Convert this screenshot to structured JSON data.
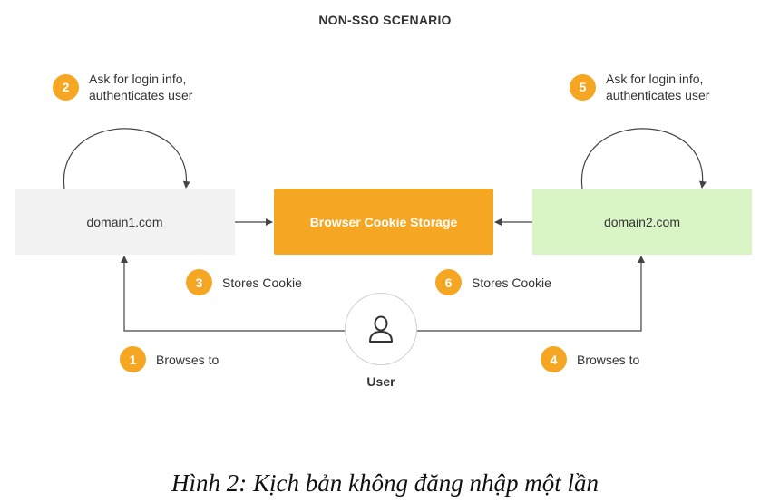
{
  "diagram": {
    "title": "NON-SSO SCENARIO",
    "nodes": {
      "domain1": "domain1.com",
      "storage": "Browser Cookie Storage",
      "domain2": "domain2.com",
      "user": "User"
    },
    "steps": [
      {
        "number": "1",
        "text": "Browses to"
      },
      {
        "number": "2",
        "text": "Ask for login info,\nauthenticates user"
      },
      {
        "number": "3",
        "text": "Stores Cookie"
      },
      {
        "number": "4",
        "text": "Browses to"
      },
      {
        "number": "5",
        "text": "Ask for login info,\nauthenticates user"
      },
      {
        "number": "6",
        "text": "Stores Cookie"
      }
    ],
    "icons": {
      "user": "user-icon"
    },
    "colors": {
      "accent": "#f5a623",
      "domain1_fill": "#f2f2f2",
      "domain2_fill": "#d9f5c6",
      "line": "#444444"
    }
  },
  "caption": "Hình 2: Kịch bản không đăng nhập một lần"
}
